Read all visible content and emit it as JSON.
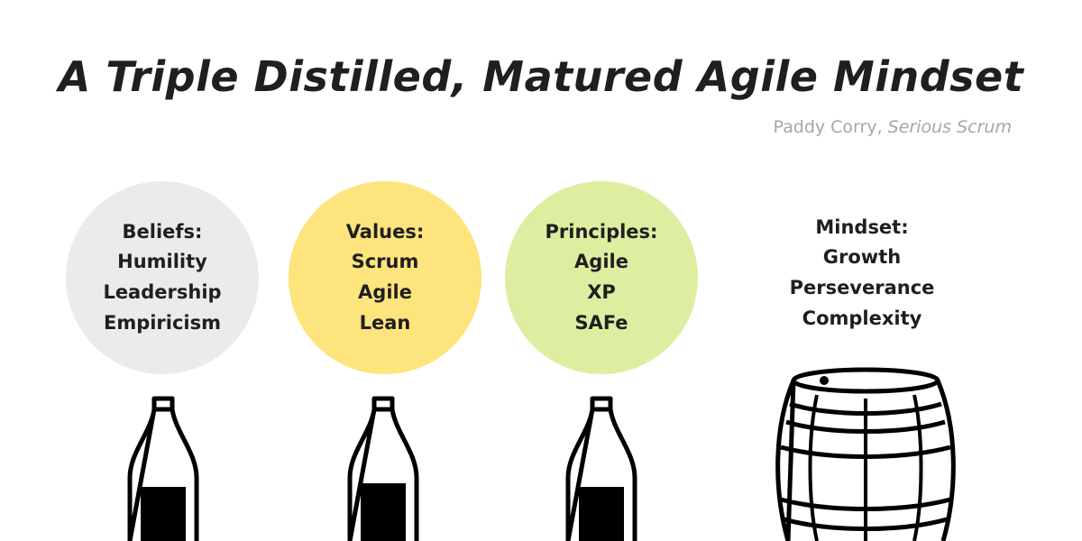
{
  "title": "A Triple Distilled, Matured Agile Mindset",
  "byline": {
    "author": "Paddy Corry, ",
    "publication": "Serious Scrum"
  },
  "groups": [
    {
      "heading": "Beliefs:",
      "items": [
        "Humility",
        "Leadership",
        "Empiricism"
      ],
      "color": "#ebebeb",
      "icon": "bottle-icon"
    },
    {
      "heading": "Values:",
      "items": [
        "Scrum",
        "Agile",
        "Lean"
      ],
      "color": "#fde47d",
      "icon": "bottle-icon"
    },
    {
      "heading": "Principles:",
      "items": [
        "Agile",
        "XP",
        "SAFe"
      ],
      "color": "#ddeea0",
      "icon": "bottle-icon"
    },
    {
      "heading": "Mindset:",
      "items": [
        "Growth",
        "Perseverance",
        "Complexity"
      ],
      "icon": "barrel-icon"
    }
  ]
}
